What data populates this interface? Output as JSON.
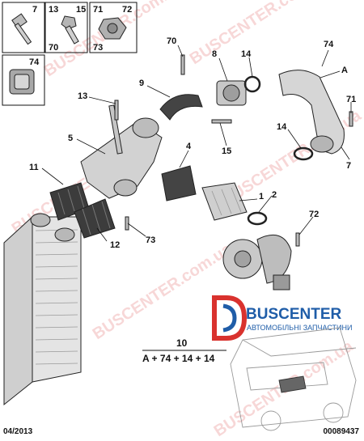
{
  "boxes": [
    {
      "numbers": [
        "7"
      ]
    },
    {
      "numbers": [
        "13",
        "15",
        "70"
      ]
    },
    {
      "numbers": [
        "71",
        "72",
        "73"
      ]
    },
    {
      "numbers": [
        "74"
      ]
    }
  ],
  "callouts": [
    "70",
    "8",
    "14",
    "74",
    "A",
    "9",
    "13",
    "71",
    "14",
    "5",
    "15",
    "4",
    "7",
    "11",
    "1",
    "2",
    "72",
    "73",
    "12"
  ],
  "formula": {
    "number": "10",
    "expression": "A + 74 + 14 + 14"
  },
  "brand": {
    "name": "BUSCENTER",
    "tagline": "АВТОМОБІЛЬНІ ЗАПЧАСТИНИ"
  },
  "watermark": {
    "text": "BUSCENTER.com.ua"
  },
  "footer": {
    "date": "04/2013",
    "reference": "00089437"
  },
  "colors": {
    "brand_blue": "#1f5da8",
    "brand_red": "#d9322e",
    "watermark": "#f2b7b7"
  }
}
